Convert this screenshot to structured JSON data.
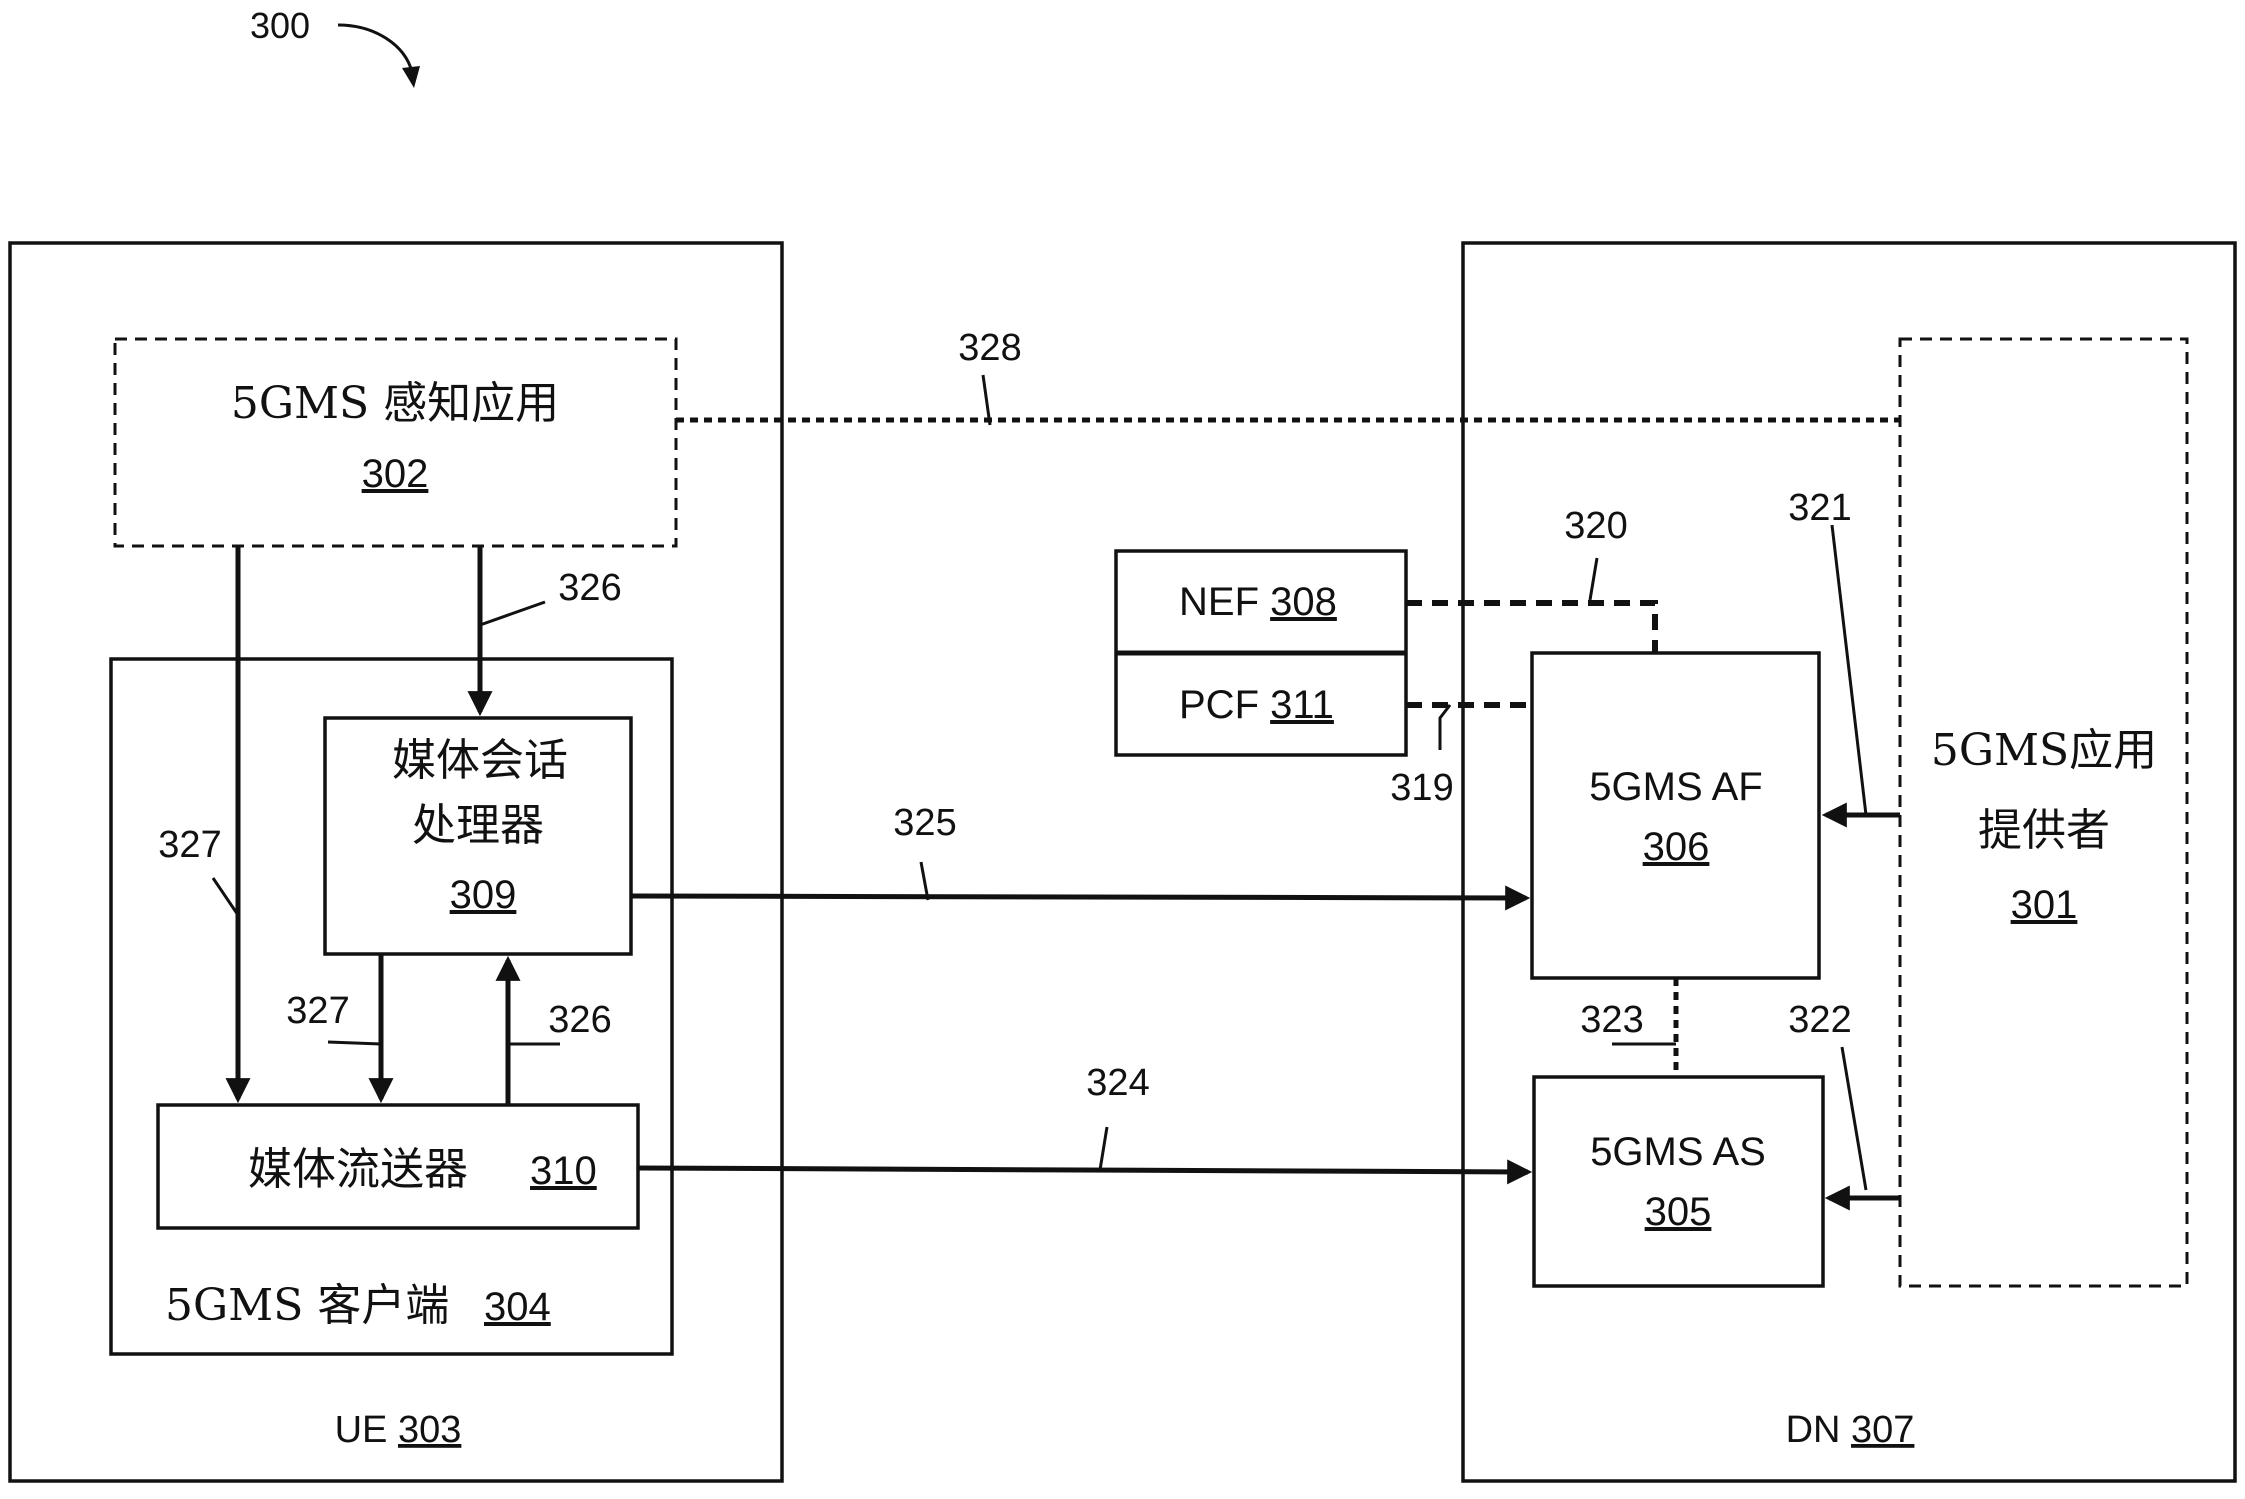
{
  "figure_number": "300",
  "ue": {
    "label": "UE",
    "ref": "303"
  },
  "dn": {
    "label": "DN",
    "ref": "307"
  },
  "aware_app": {
    "label": "5GMS 感知应用",
    "ref": "302"
  },
  "client": {
    "label": "5GMS 客户端",
    "ref": "304"
  },
  "session_handler": {
    "line1": "媒体会话",
    "line2": "处理器",
    "ref": "309"
  },
  "media_player": {
    "label": "媒体流送器",
    "ref": "310"
  },
  "nef": {
    "label": "NEF",
    "ref": "308"
  },
  "pcf": {
    "label": "PCF",
    "ref": "311"
  },
  "af": {
    "label": "5GMS AF",
    "ref": "306"
  },
  "as": {
    "label": "5GMS AS",
    "ref": "305"
  },
  "provider": {
    "line1": "5GMS应用",
    "line2": "提供者",
    "ref": "301"
  },
  "interfaces": {
    "i319": "319",
    "i320": "320",
    "i321": "321",
    "i322": "322",
    "i323": "323",
    "i324": "324",
    "i325": "325",
    "i326_top": "326",
    "i326_bottom": "326",
    "i327_left": "327",
    "i327_bottom": "327",
    "i328": "328"
  }
}
